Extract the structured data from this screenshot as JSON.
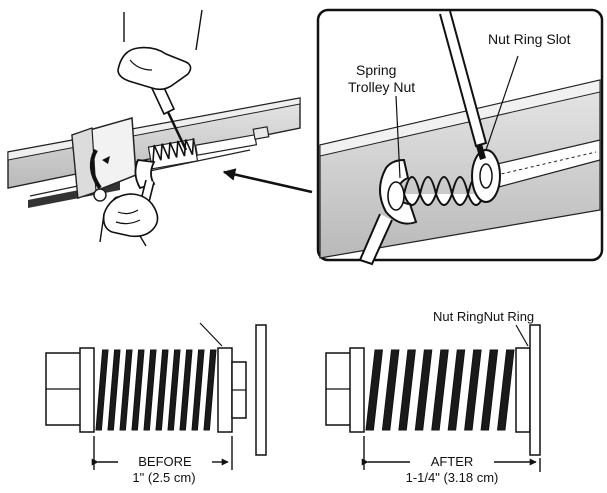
{
  "callout": {
    "nut_ring_slot": "Nut Ring Slot",
    "spring_trolley_nut": [
      "Spring",
      "Trolley Nut"
    ]
  },
  "before": {
    "label": "BEFORE",
    "measure": "1\" (2.5 cm)"
  },
  "after": {
    "label": "AFTER",
    "measure": "1-1/4\" (3.18 cm)",
    "nut_ring_label": "Nut RingNut Ring"
  },
  "icons": [
    "hand-icon",
    "wrench-icon",
    "screwdriver-icon",
    "spring-icon",
    "arrow-icon"
  ],
  "colors": {
    "ink": "#111111",
    "rail": "#d4d4d4",
    "rail_dark": "#9a9a9a",
    "frame": "#222222"
  }
}
